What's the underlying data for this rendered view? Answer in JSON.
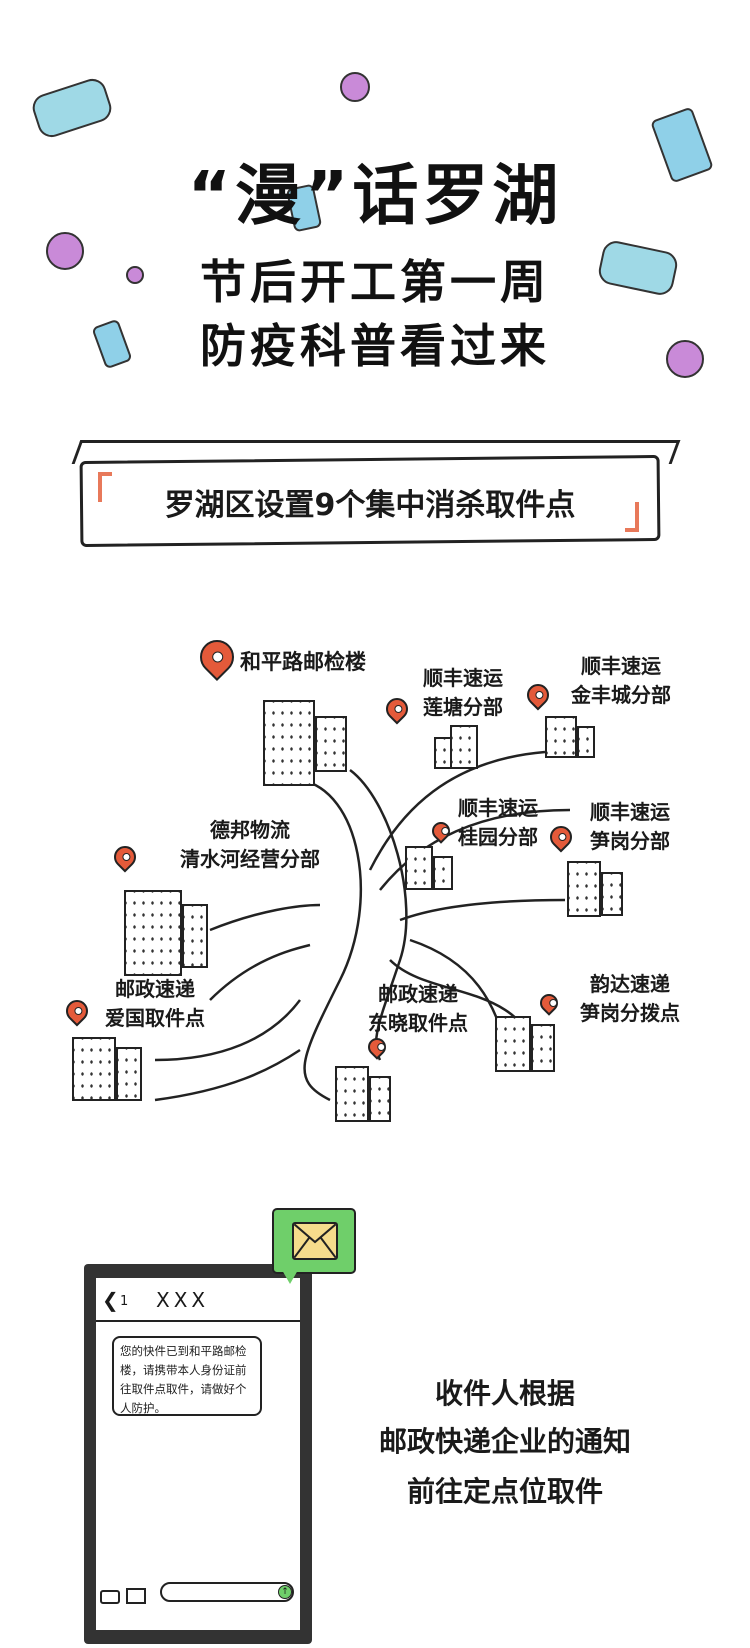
{
  "header": {
    "title": "“漫”话罗湖",
    "subtitle_1": "节后开工第一周",
    "subtitle_2": "防疫科普看过来"
  },
  "banner": {
    "text": "罗湖区设置9个集中消杀取件点"
  },
  "map": {
    "locations": [
      {
        "line1": "和平路邮检楼",
        "line2": ""
      },
      {
        "line1": "顺丰速运",
        "line2": "莲塘分部"
      },
      {
        "line1": "顺丰速运",
        "line2": "金丰城分部"
      },
      {
        "line1": "德邦物流",
        "line2": "清水河经营分部"
      },
      {
        "line1": "顺丰速运",
        "line2": "桂园分部"
      },
      {
        "line1": "顺丰速运",
        "line2": "笋岗分部"
      },
      {
        "line1": "邮政速递",
        "line2": "爱国取件点"
      },
      {
        "line1": "邮政速递",
        "line2": "东晓取件点"
      },
      {
        "line1": "韵达速递",
        "line2": "笋岗分拨点"
      }
    ]
  },
  "phone": {
    "back_count": "1",
    "contact": "XXX",
    "message": "您的快件已到和平路邮检楼，请携带本人身份证前往取件点取件，请做好个人防护。"
  },
  "notice": {
    "line1": "收件人根据",
    "line2": "邮政快递企业的通知",
    "line3": "前往定点位取件"
  },
  "colors": {
    "pin": "#e45a3a",
    "accent": "#e8795a",
    "bubble": "#6fcf6a",
    "envelope": "#f6dc8c",
    "mask": "#9fd9e6",
    "virus": "#c98ad8"
  }
}
